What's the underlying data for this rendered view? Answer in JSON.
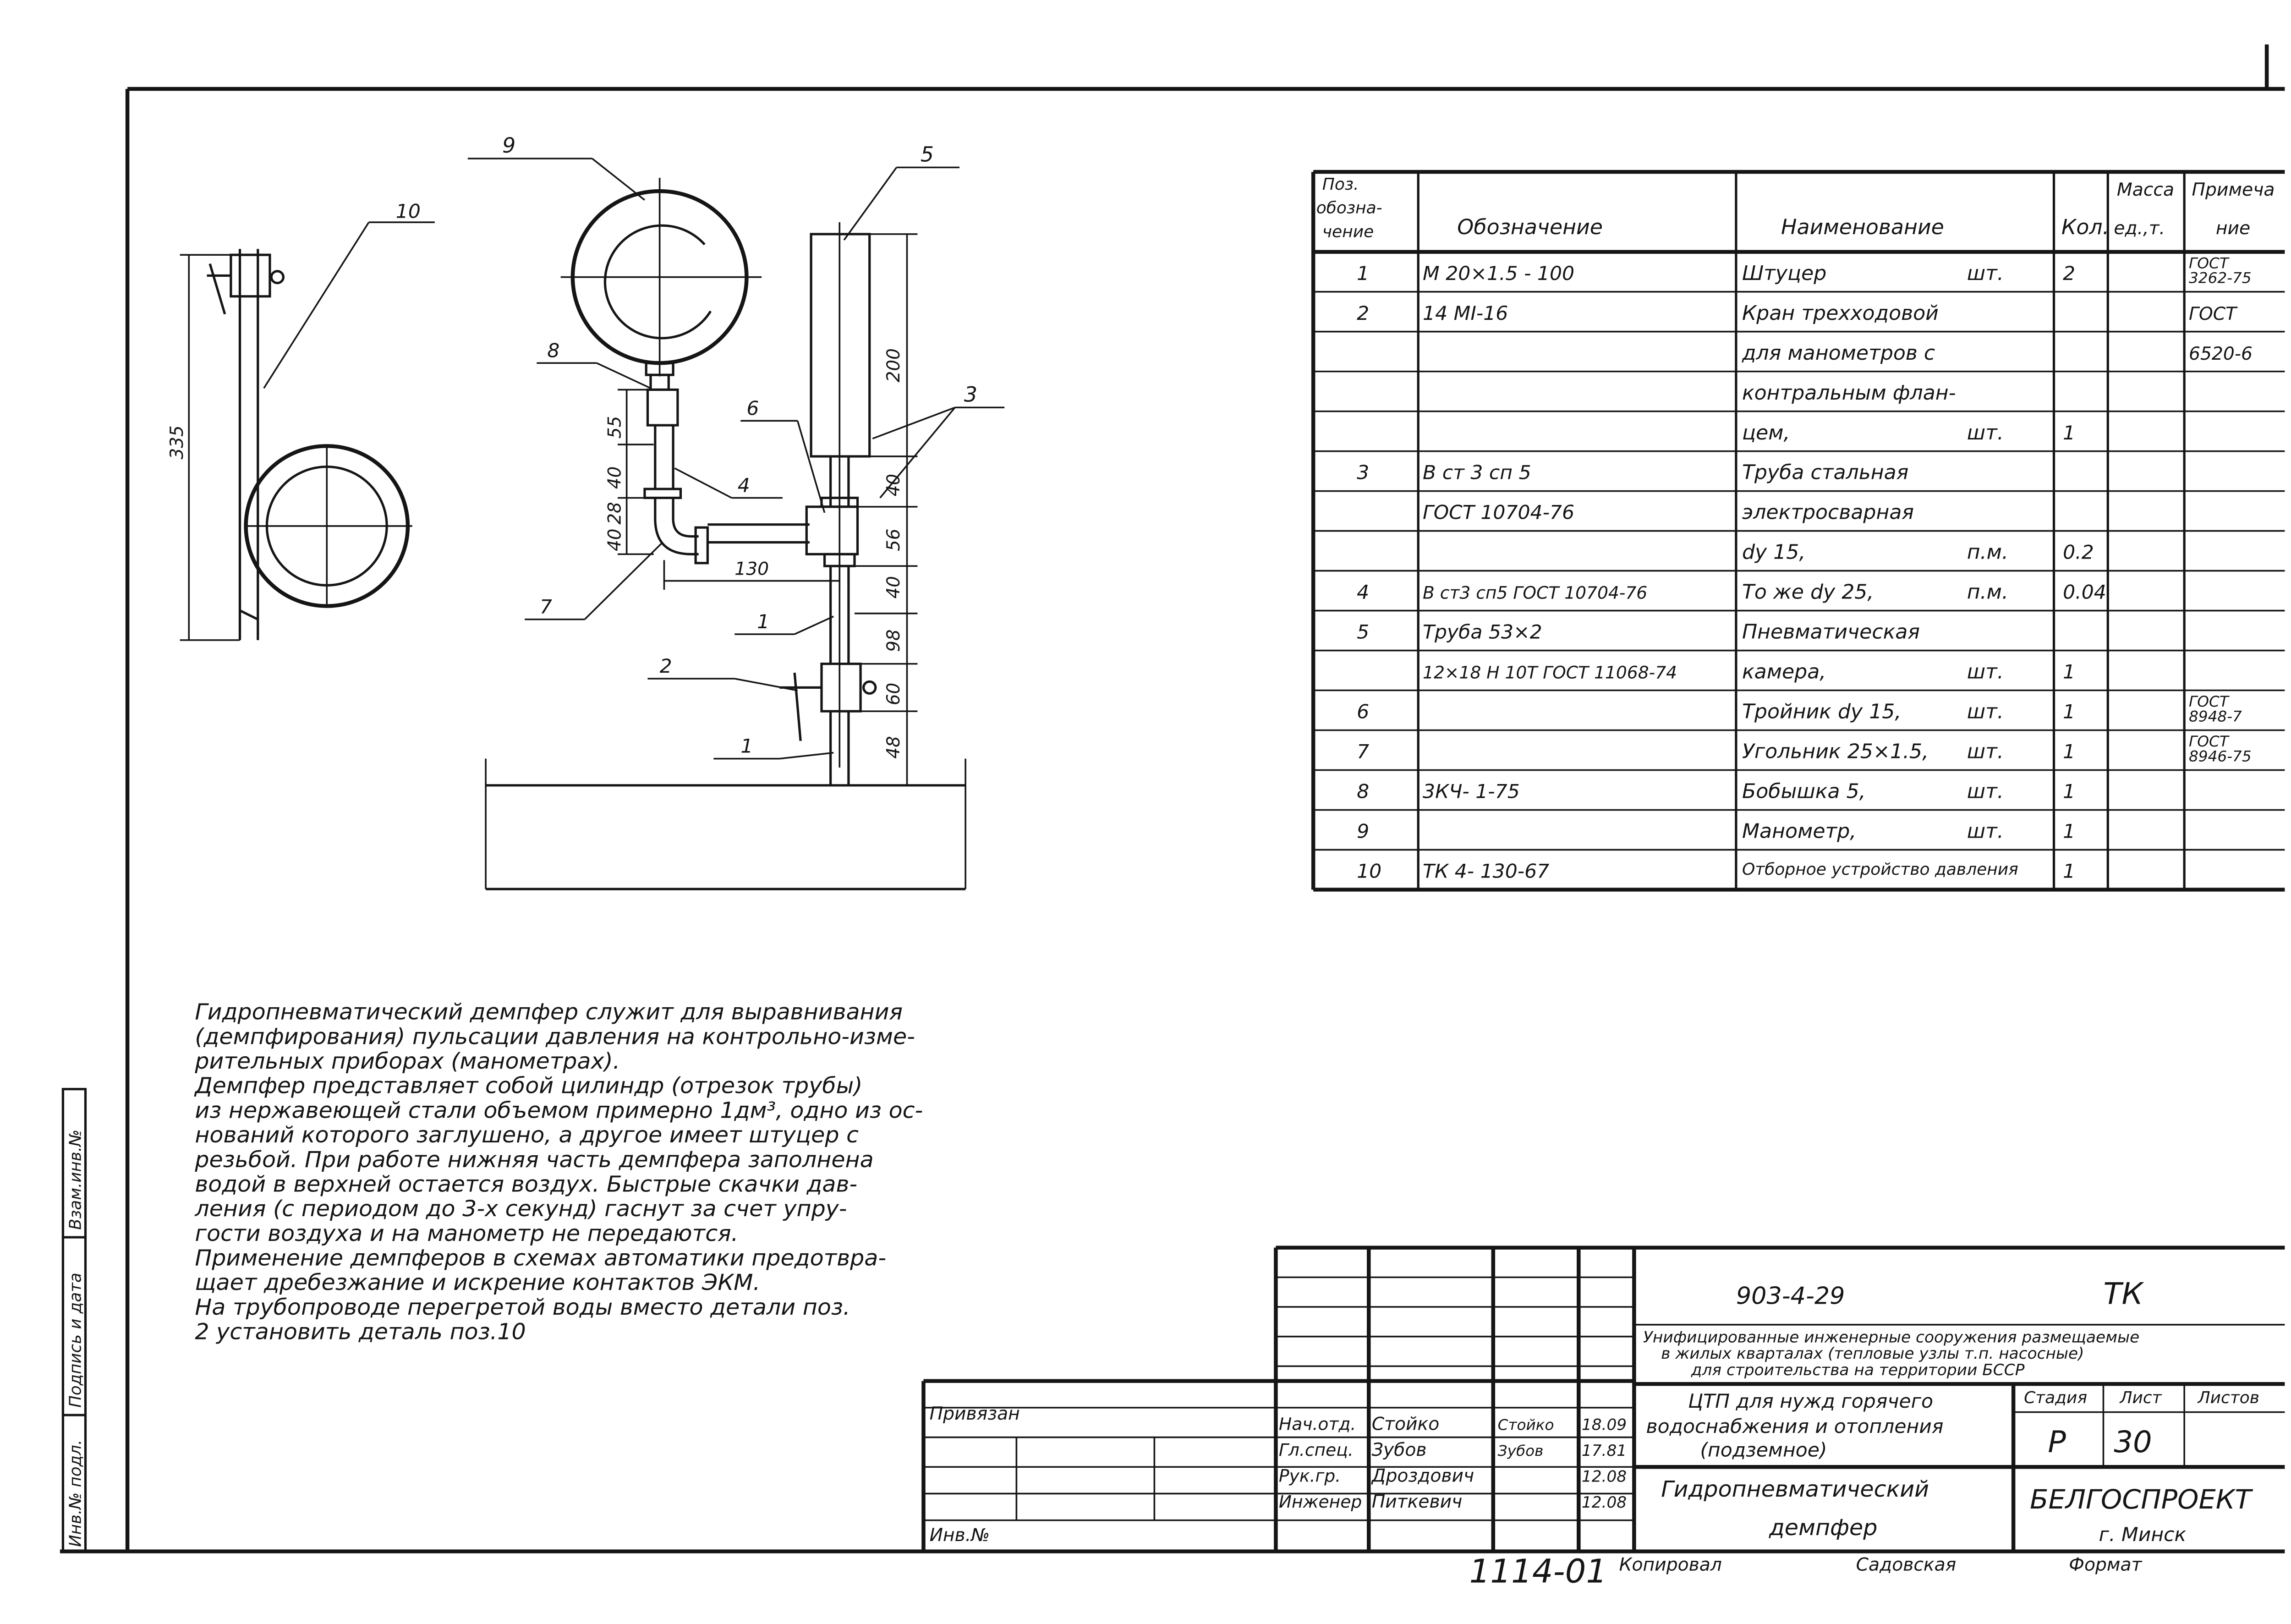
{
  "drawing": {
    "callouts": [
      "1",
      "1",
      "2",
      "3",
      "4",
      "5",
      "6",
      "7",
      "8",
      "9",
      "10"
    ],
    "dimensions": {
      "d335": "335",
      "d200": "200",
      "d55": "55",
      "d40a": "40",
      "d28": "28",
      "d40b": "40",
      "d130": "130",
      "d40c": "40",
      "d56": "56",
      "d40d": "40",
      "d98": "98",
      "d60": "60",
      "d48": "48"
    }
  },
  "spec": {
    "headers": {
      "pos": [
        "Поз.",
        "обозна-",
        "чение"
      ],
      "designation": "Обозначение",
      "name": "Наименование",
      "qty": "Кол.",
      "mass": [
        "Масса",
        "ед.,т."
      ],
      "note": [
        "Примеча",
        "ние"
      ]
    },
    "rows": [
      {
        "pos": "1",
        "des": "М 20×1.5 - 100",
        "name": "Штуцер",
        "unit": "шт.",
        "qty": "2",
        "mass": "",
        "note": [
          "ГОСТ",
          "3262-75"
        ]
      },
      {
        "pos": "2",
        "des": "14 МI-16",
        "name": "Кран трехходовой",
        "unit": "",
        "qty": "",
        "mass": "",
        "note": [
          "ГОСТ"
        ]
      },
      {
        "pos": "",
        "des": "",
        "name": "для манометров с",
        "unit": "",
        "qty": "",
        "mass": "",
        "note": [
          "6520-6"
        ]
      },
      {
        "pos": "",
        "des": "",
        "name": "контральным флан-",
        "unit": "",
        "qty": "",
        "mass": "",
        "note": []
      },
      {
        "pos": "",
        "des": "",
        "name": "цем,",
        "unit": "шт.",
        "qty": "1",
        "mass": "",
        "note": []
      },
      {
        "pos": "3",
        "des": "В ст 3 сп 5",
        "name": "Труба стальная",
        "unit": "",
        "qty": "",
        "mass": "",
        "note": []
      },
      {
        "pos": "",
        "des": "ГОСТ 10704-76",
        "name": "электросварная",
        "unit": "",
        "qty": "",
        "mass": "",
        "note": []
      },
      {
        "pos": "",
        "des": "",
        "name": "dy 15,",
        "unit": "п.м.",
        "qty": "0.2",
        "mass": "",
        "note": []
      },
      {
        "pos": "4",
        "des": "В ст3 сп5 ГОСТ 10704-76",
        "name": "То же dy 25,",
        "unit": "п.м.",
        "qty": "0.04",
        "mass": "",
        "note": []
      },
      {
        "pos": "5",
        "des": "Труба 53×2",
        "name": "Пневматическая",
        "unit": "",
        "qty": "",
        "mass": "",
        "note": []
      },
      {
        "pos": "",
        "des": "12×18 Н 10Т ГОСТ 11068-74",
        "name": "камера,",
        "unit": "шт.",
        "qty": "1",
        "mass": "",
        "note": []
      },
      {
        "pos": "6",
        "des": "",
        "name": "Тройник dy 15,",
        "unit": "шт.",
        "qty": "1",
        "mass": "",
        "note": [
          "ГОСТ",
          "8948-7"
        ]
      },
      {
        "pos": "7",
        "des": "",
        "name": "Угольник 25×1.5,",
        "unit": "шт.",
        "qty": "1",
        "mass": "",
        "note": [
          "ГОСТ",
          "8946-75"
        ]
      },
      {
        "pos": "8",
        "des": "3КЧ- 1-75",
        "name": "Бобышка 5,",
        "unit": "шт.",
        "qty": "1",
        "mass": "",
        "note": []
      },
      {
        "pos": "9",
        "des": "",
        "name": "Манометр,",
        "unit": "шт.",
        "qty": "1",
        "mass": "",
        "note": []
      },
      {
        "pos": "10",
        "des": "ТК 4- 130-67",
        "name": "Отборное устройство давления",
        "unit": "",
        "qty": "1",
        "mass": "",
        "note": []
      }
    ]
  },
  "notes": {
    "lines": [
      "Гидропневматический демпфер служит для выравнивания",
      "(демпфирования) пульсации давления на контрольно-изме-",
      "рительных приборах (манометрах).",
      "Демпфер представляет собой цилиндр (отрезок трубы)",
      "из нержавеющей стали объемом примерно 1дм³, одно из ос-",
      "нований которого заглушено, а другое имеет штуцер с",
      "резьбой. При работе нижняя часть демпфера заполнена",
      "водой в верхней остается воздух. Быстрые скачки дав-",
      "ления (с периодом до 3-х секунд) гаснут за счет упру-",
      "гости воздуха и на манометр не передаются.",
      "Применение демпферов в схемах автоматики предотвра-",
      "щает дребезжание и искрение контактов ЭКМ.",
      "На трубопроводе перегретой воды вместо детали поз.",
      "2 установить деталь поз.10"
    ]
  },
  "side_stamp": {
    "labels": [
      "Инв.№ подл.",
      "Подпись и дата",
      "Взам.инв.№"
    ]
  },
  "title_block": {
    "privyazan": "Привязан",
    "inv_no": "Инв.№",
    "doc_code": "903-4-29",
    "mark": "ТК",
    "project_desc": [
      "Унифицированные инженерные сооружения размещаемые",
      "в жилых кварталах (тепловые узлы т.п. насосные)",
      "для строительства на территории БССР"
    ],
    "object": [
      "ЦТП для нужд горячего",
      "водоснабжения и отопления",
      "(подземное)"
    ],
    "sheet_title": [
      "Гидропневматический",
      "демпфер"
    ],
    "stage_label": "Стадия",
    "sheet_label": "Лист",
    "sheets_label": "Листов",
    "stage": "Р",
    "sheet": "30",
    "sheets": "",
    "org": "БЕЛГОСПРОЕКТ",
    "city": "г. Минск",
    "signers": [
      {
        "role": "Нач.отд.",
        "name": "Стойко",
        "sign": "Стойко",
        "date": "18.09"
      },
      {
        "role": "Гл.спец.",
        "name": "Зубов",
        "sign": "Зубов",
        "date": "17.81"
      },
      {
        "role": "Рук.гр.",
        "name": "Дроздович",
        "sign": "",
        "date": "12.08"
      },
      {
        "role": "Инженер",
        "name": "Питкевич",
        "sign": "",
        "date": "12.08"
      }
    ]
  },
  "footer": {
    "number": "1114-01",
    "copied_label": "Копировал",
    "copied_by": "Садовская",
    "format_label": "Формат"
  }
}
